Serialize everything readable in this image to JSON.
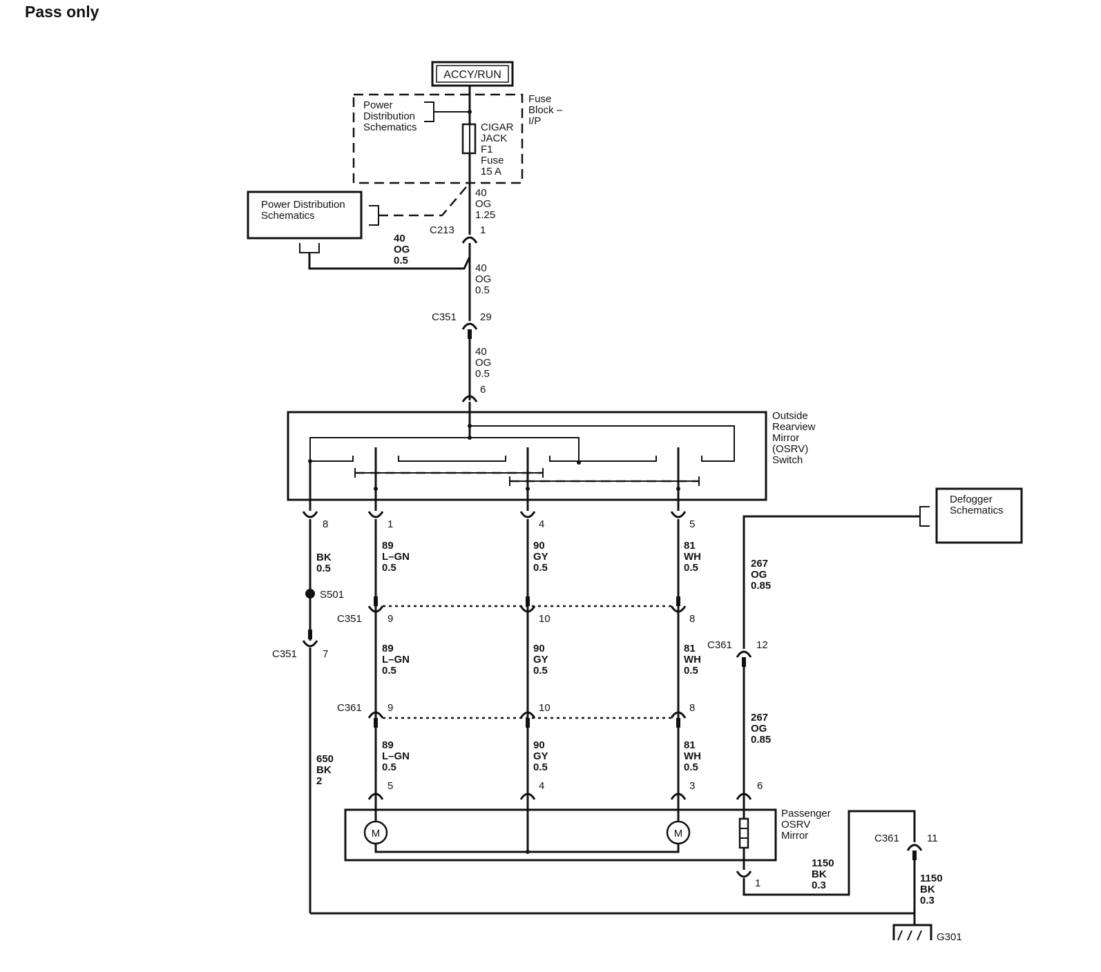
{
  "title": "Pass only",
  "power": {
    "source": "ACCY/RUN",
    "fuse_block_label": [
      "Fuse",
      "Block –",
      "I/P"
    ],
    "fuse_label": [
      "CIGAR",
      "JACK",
      "F1",
      "Fuse",
      "15 A"
    ],
    "pds_inner": [
      "Power",
      "Distribution",
      "Schematics"
    ],
    "pds_outer": [
      "Power Distribution",
      "Schematics"
    ]
  },
  "connectors": {
    "c213": "C213",
    "c213_pin": "1",
    "c351_top": "C351",
    "c351_top_pin": "29",
    "switch_in_pin": "6",
    "c351": "C351",
    "c361": "C361",
    "g301": "G301",
    "s501": "S501"
  },
  "wires": {
    "w1": [
      "40",
      "OG",
      "1.25"
    ],
    "w2": [
      "40",
      "OG",
      "0.5"
    ],
    "w3": [
      "40",
      "OG",
      "0.5"
    ],
    "w4": [
      "40",
      "OG",
      "0.5"
    ],
    "bk_top": [
      "BK",
      "0.5"
    ],
    "bk_650": [
      "650",
      "BK",
      "2"
    ],
    "lgn": [
      "89",
      "L–GN",
      "0.5"
    ],
    "gy": [
      "90",
      "GY",
      "0.5"
    ],
    "wh": [
      "81",
      "WH",
      "0.5"
    ],
    "og267": [
      "267",
      "OG",
      "0.85"
    ],
    "bk1150": [
      "1150",
      "BK",
      "0.3"
    ]
  },
  "pins": {
    "sw_bk": "8",
    "sw_lgn": "1",
    "sw_gy": "4",
    "sw_wh": "5",
    "c351_lgn": "9",
    "c351_gy": "10",
    "c351_wh": "8",
    "c351_bk": "7",
    "c361_lgn": "9",
    "c361_gy": "10",
    "c361_wh": "8",
    "c361_og": "12",
    "m_lgn": "5",
    "m_gy": "4",
    "m_wh": "3",
    "m_og": "6",
    "m_gnd": "1",
    "c361_gnd": "11"
  },
  "components": {
    "switch": [
      "Outside",
      "Rearview",
      "Mirror",
      "(OSRV)",
      "Switch"
    ],
    "mirror": [
      "Passenger",
      "OSRV",
      "Mirror"
    ],
    "defogger": [
      "Defogger",
      "Schematics"
    ],
    "motor": "M"
  }
}
